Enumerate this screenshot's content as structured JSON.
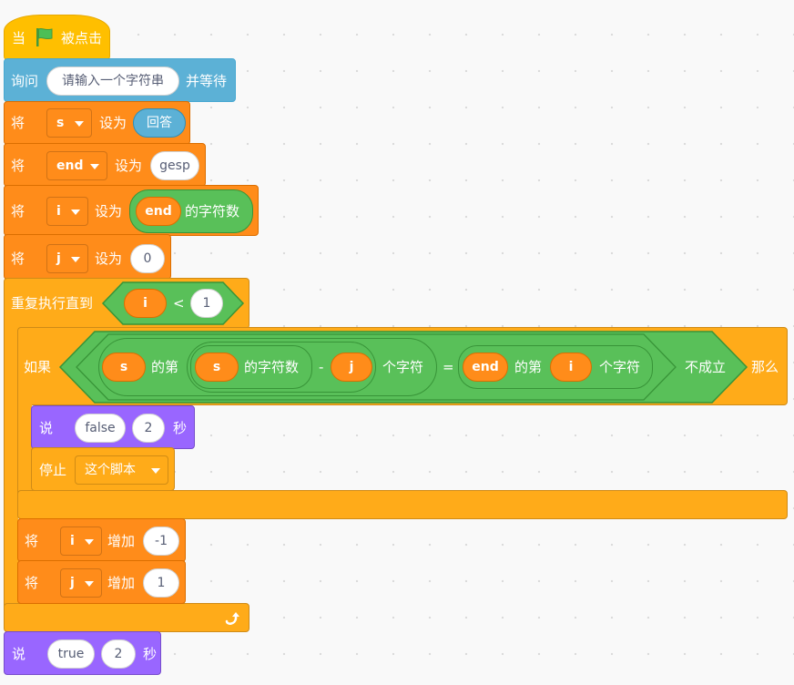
{
  "hat": {
    "prefix": "当",
    "suffix": "被点击",
    "icon": "green-flag-icon"
  },
  "ask": {
    "label": "询问",
    "question": "请输入一个字符串",
    "suffix": "并等待"
  },
  "set_s": {
    "label": "将",
    "var": "s",
    "to": "设为",
    "value": "回答"
  },
  "set_end": {
    "label": "将",
    "var": "end",
    "to": "设为",
    "value": "gesp"
  },
  "set_i": {
    "label": "将",
    "var": "i",
    "to": "设为",
    "reporter": "end",
    "suffix": "的字符数"
  },
  "set_j": {
    "label": "将",
    "var": "j",
    "to": "设为",
    "value": "0"
  },
  "repeat": {
    "label": "重复执行直到",
    "left": "i",
    "op": "<",
    "right": "1"
  },
  "if_block": {
    "label": "如果",
    "then": "那么",
    "not": "不成立",
    "s1": "s",
    "nth": "的第",
    "s2": "s",
    "len": "的字符数",
    "minus": "-",
    "j": "j",
    "chars1": "个字符",
    "eq": "=",
    "end": "end",
    "nth2": "的第",
    "i": "i",
    "chars2": "个字符"
  },
  "say_false": {
    "label": "说",
    "text": "false",
    "secs": "2",
    "unit": "秒"
  },
  "stop": {
    "label": "停止",
    "option": "这个脚本"
  },
  "change_i": {
    "label": "将",
    "var": "i",
    "by": "增加",
    "value": "-1"
  },
  "change_j": {
    "label": "将",
    "var": "j",
    "by": "增加",
    "value": "1"
  },
  "say_true": {
    "label": "说",
    "text": "true",
    "secs": "2",
    "unit": "秒"
  },
  "colors": {
    "event": "#ffbf00",
    "sensing": "#5cb1d6",
    "variables": "#ff8c1a",
    "control": "#ffab19",
    "looks": "#9966ff",
    "operators": "#59c059"
  }
}
